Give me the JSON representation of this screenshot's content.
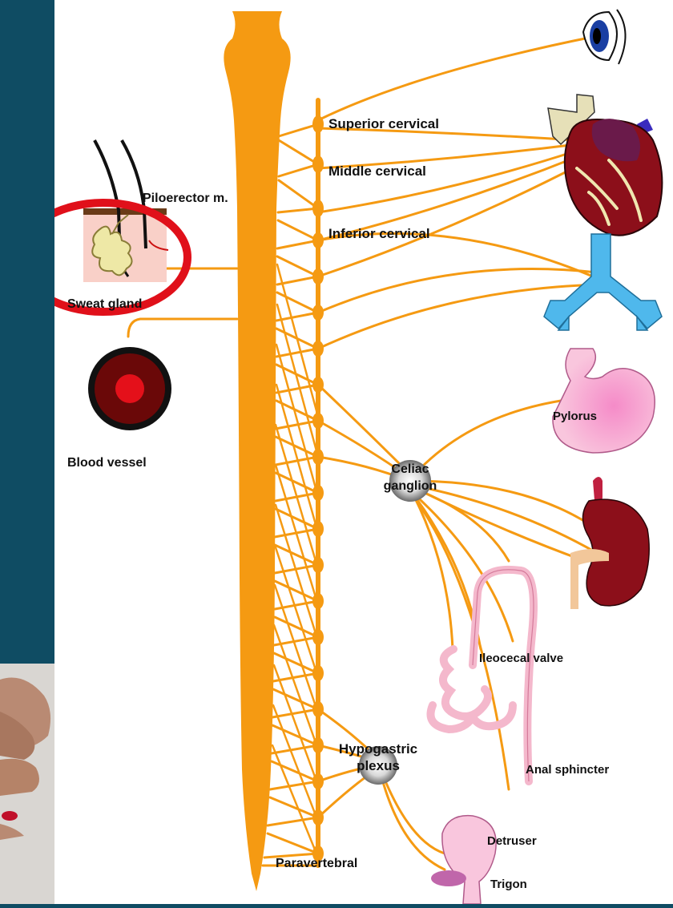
{
  "labels": {
    "piloerector": "Piloerector m.",
    "sweat_gland": "Sweat gland",
    "blood_vessel": "Blood vessel",
    "superior_cervical": "Superior cervical",
    "middle_cervical": "Middle cervical",
    "inferior_cervical": "Inferior cervical",
    "pylorus": "Pylorus",
    "celiac_line1": "Celiac",
    "celiac_line2": "ganglion",
    "ileocecal": "Ileocecal valve",
    "hypogastric_line1": "Hypogastric",
    "hypogastric_line2": "plexus",
    "anal_sphincter": "Anal sphincter",
    "detruser": "Detruser",
    "paravertebral": "Paravertebral",
    "trigon": "Trigon"
  },
  "colors": {
    "background": "#0f4c63",
    "nerve": "#f59a12",
    "nerve_light": "#f5c46a",
    "highlight": "#e0101a",
    "panel": "#ffffff"
  },
  "icons": [
    "eye-icon",
    "heart-icon",
    "lungs-icon",
    "stomach-icon",
    "kidney-icon",
    "intestine-icon",
    "bladder-icon",
    "blood-vessel-icon",
    "skin-icon"
  ]
}
